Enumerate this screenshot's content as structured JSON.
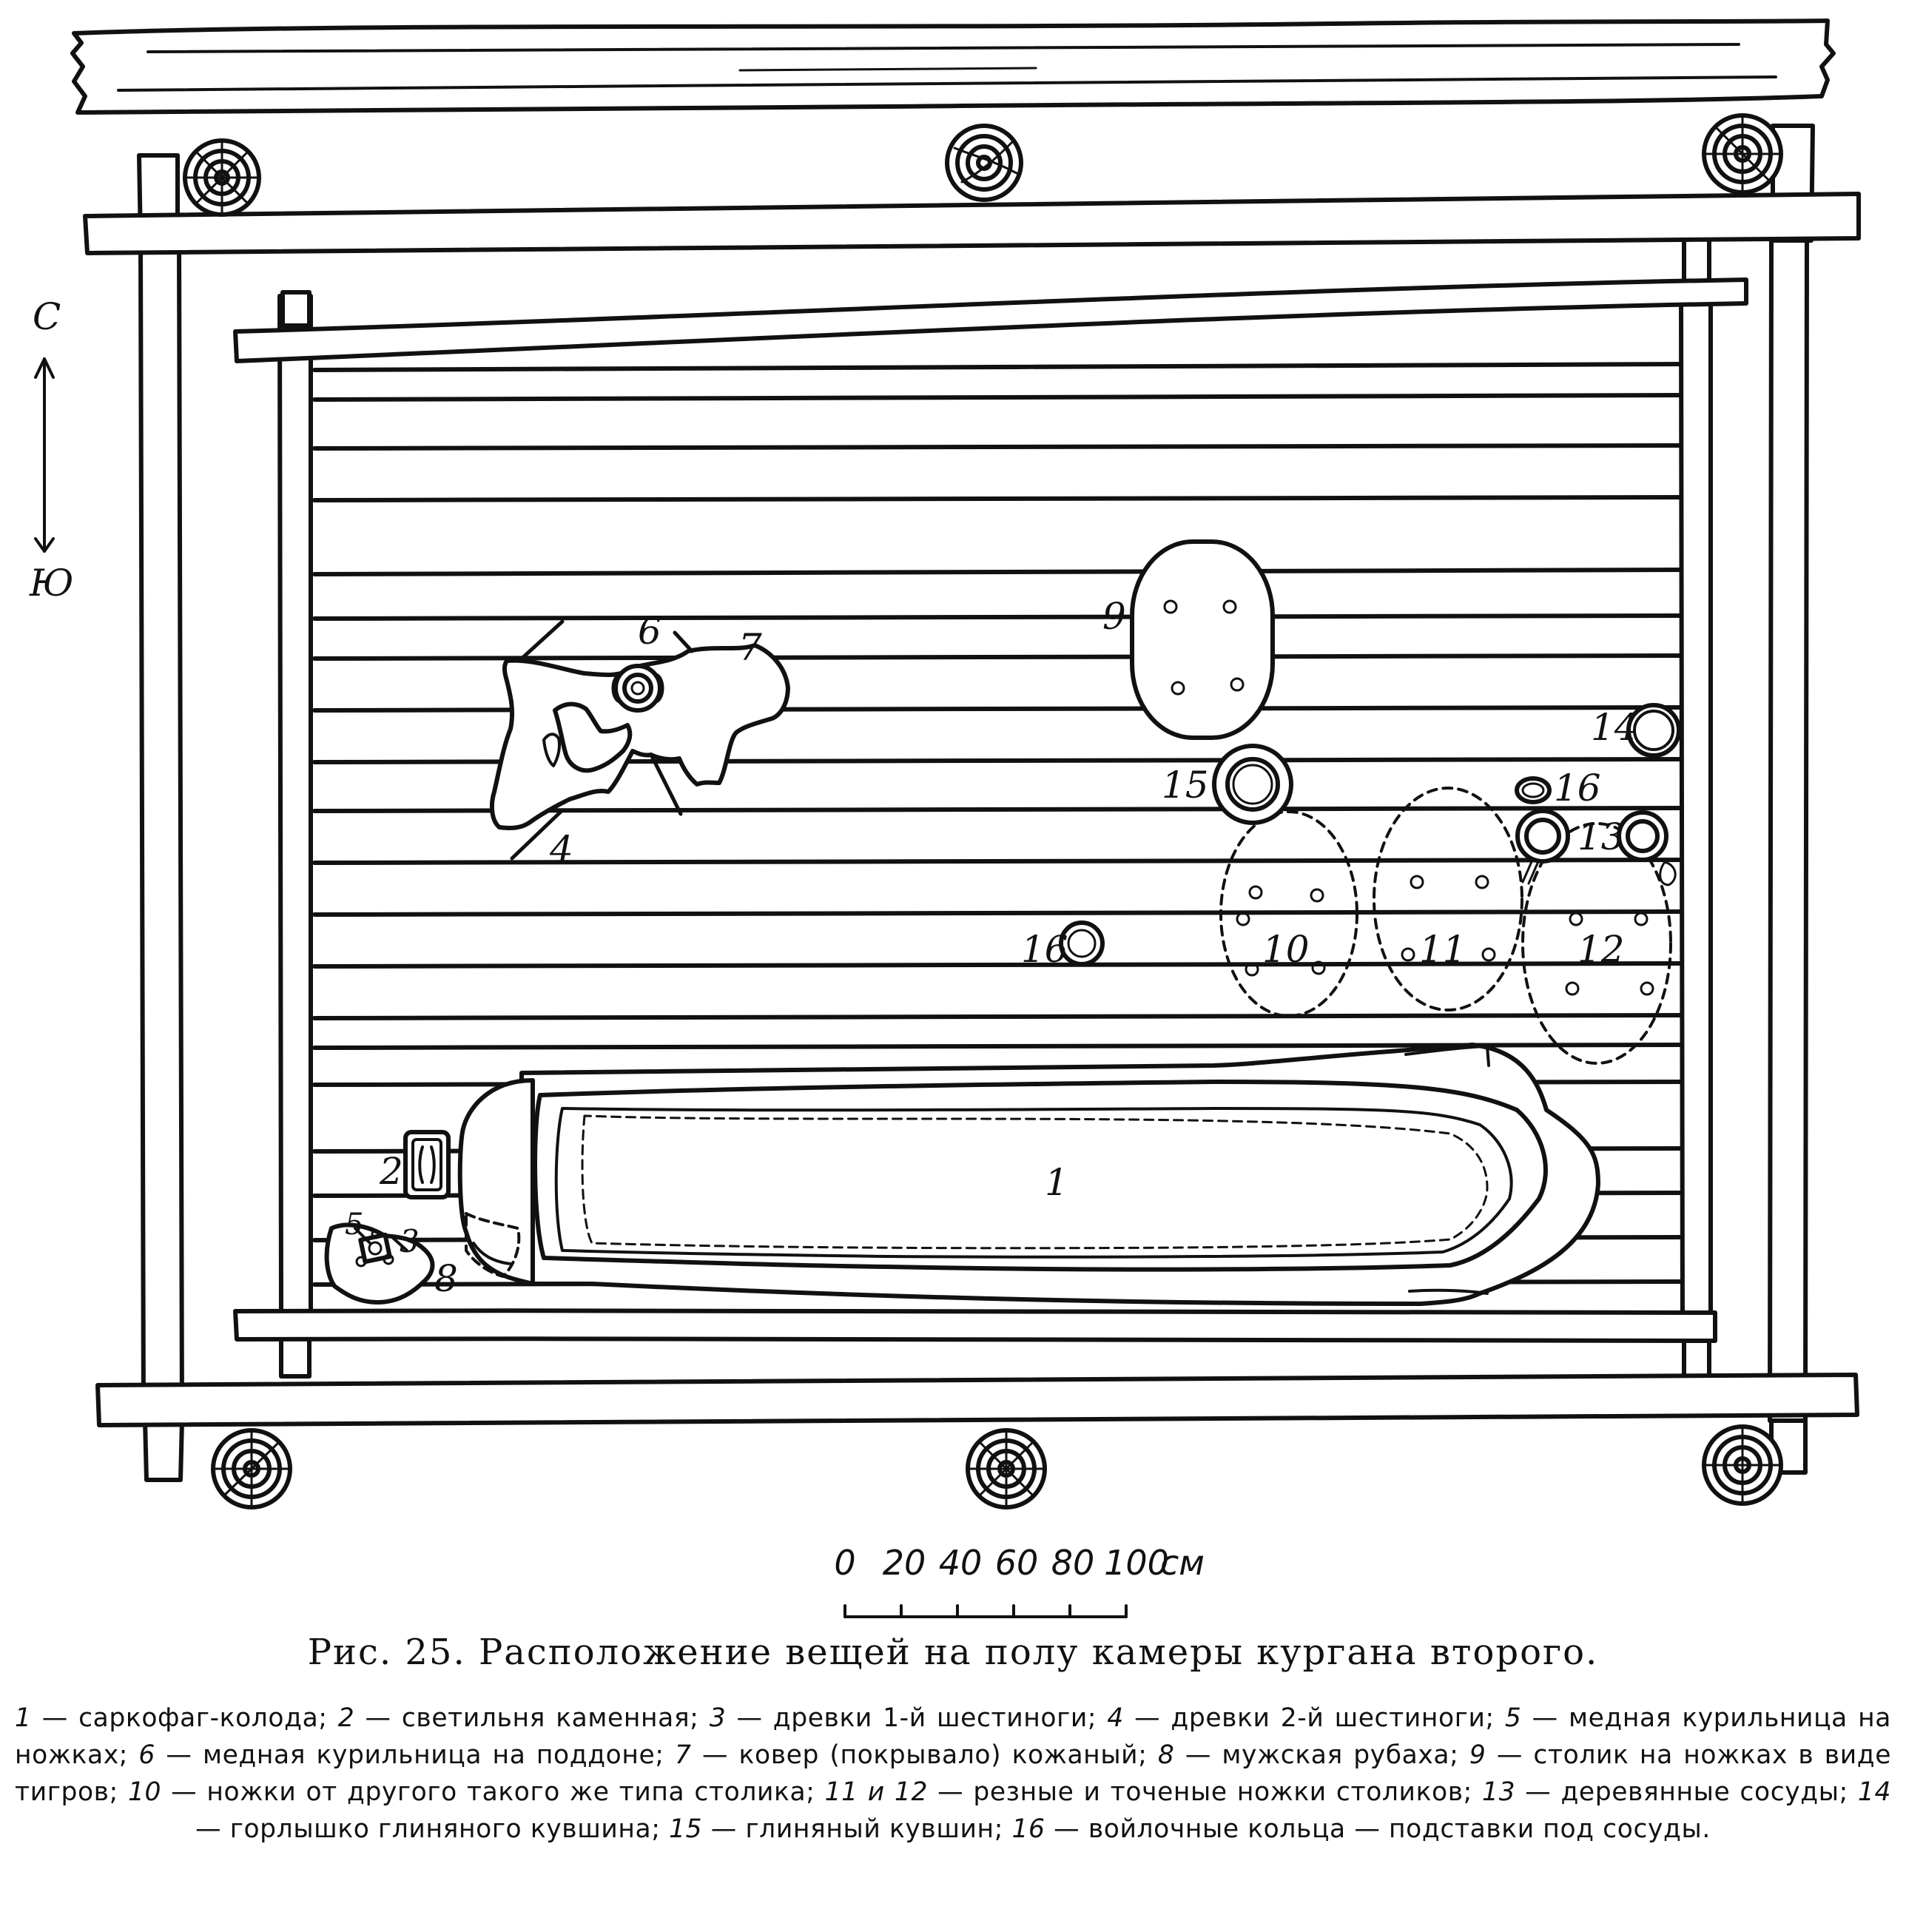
{
  "compass": {
    "north": "С",
    "south": "Ю"
  },
  "labels": [
    "1",
    "2",
    "3",
    "4",
    "5",
    "6",
    "7",
    "8",
    "9",
    "10",
    "11",
    "12",
    "13",
    "14",
    "15",
    "16",
    "16"
  ],
  "scale": {
    "ticks": [
      "0",
      "20",
      "40",
      "60",
      "80",
      "100"
    ],
    "unit": "см"
  },
  "caption": {
    "title": "Рис. 25. Расположение вещей на полу камеры кургана второго."
  },
  "legend": [
    {
      "num": "1",
      "text": "саркофаг-колода"
    },
    {
      "num": "2",
      "text": "светильня каменная"
    },
    {
      "num": "3",
      "text": "древки 1-й шестиноги"
    },
    {
      "num": "4",
      "text": "древки 2-й шестиноги"
    },
    {
      "num": "5",
      "text": "медная курильница на ножках"
    },
    {
      "num": "6",
      "text": "медная курильница на поддоне"
    },
    {
      "num": "7",
      "text": "ковер (покрывало) кожаный"
    },
    {
      "num": "8",
      "text": "мужская рубаха"
    },
    {
      "num": "9",
      "text": "столик на ножках в виде тигров"
    },
    {
      "num": "10",
      "text": "ножки от другого такого же типа столика"
    },
    {
      "num": "11 и 12",
      "text": "резные и точеные ножки столиков"
    },
    {
      "num": "13",
      "text": "деревянные сосуды"
    },
    {
      "num": "14",
      "text": "горлышко глиняного кувшина"
    },
    {
      "num": "15",
      "text": "глиняный кувшин"
    },
    {
      "num": "16",
      "text": "войлочные кольца — подставки под сосуды."
    }
  ]
}
